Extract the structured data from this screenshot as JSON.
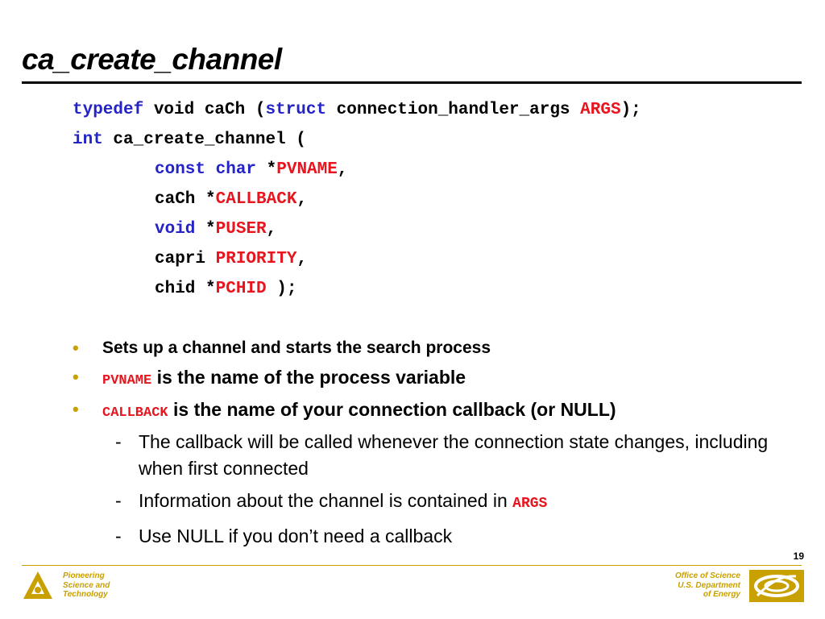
{
  "slide": {
    "title": "ca_create_channel",
    "page_number": "19"
  },
  "code": {
    "l1_kw1": "typedef",
    "l1_mid": " void caCh (",
    "l1_kw2": "struct",
    "l1_mid2": " connection_handler_args ",
    "l1_arg": "ARGS",
    "l1_end": ");",
    "l2_kw": "int",
    "l2_rest": " ca_create_channel (",
    "l3_kw": "const char",
    "l3_star": " *",
    "l3_arg": "PVNAME",
    "l3_end": ",",
    "l4_pre": "caCh *",
    "l4_arg": "CALLBACK",
    "l4_end": ",",
    "l5_kw": "void",
    "l5_star": " *",
    "l5_arg": "PUSER",
    "l5_end": ",",
    "l6_pre": "capri ",
    "l6_arg": "PRIORITY",
    "l6_end": ",",
    "l7_pre": "chid *",
    "l7_arg": "PCHID",
    "l7_end": " );"
  },
  "bullets": {
    "b1_text": "Sets up a channel and starts the search process",
    "b2_code": "PVNAME",
    "b2_text": " is the name of the process variable",
    "b3_code": "CALLBACK",
    "b3_text": " is the name of your connection callback (or NULL)",
    "sub1": "The callback will be called whenever the connection state changes, including when first connected",
    "sub2_text": "Information about the channel is contained in ",
    "sub2_code": "ARGS",
    "sub3": "Use NULL if you don’t need a callback",
    "dash": "-",
    "bullet_glyph": "•"
  },
  "footer": {
    "left_line1": "Pioneering",
    "left_line2": "Science and",
    "left_line3": "Technology",
    "right_line1": "Office of Science",
    "right_line2": "U.S. Department",
    "right_line3": "of Energy"
  },
  "colors": {
    "keyword": "#2323c8",
    "argument": "#e8141e",
    "accent_gold": "#c8a000"
  },
  "icons": {
    "left_logo": "argonne-logo-icon",
    "right_logo": "doe-logo-icon"
  }
}
